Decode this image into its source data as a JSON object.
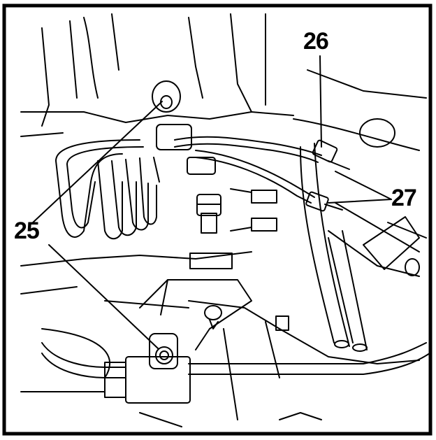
{
  "colors": {
    "ink": "#000000",
    "paper": "#ffffff"
  },
  "callouts": [
    {
      "id": "26",
      "label": "26"
    },
    {
      "id": "27",
      "label": "27"
    },
    {
      "id": "25",
      "label": "25"
    }
  ]
}
